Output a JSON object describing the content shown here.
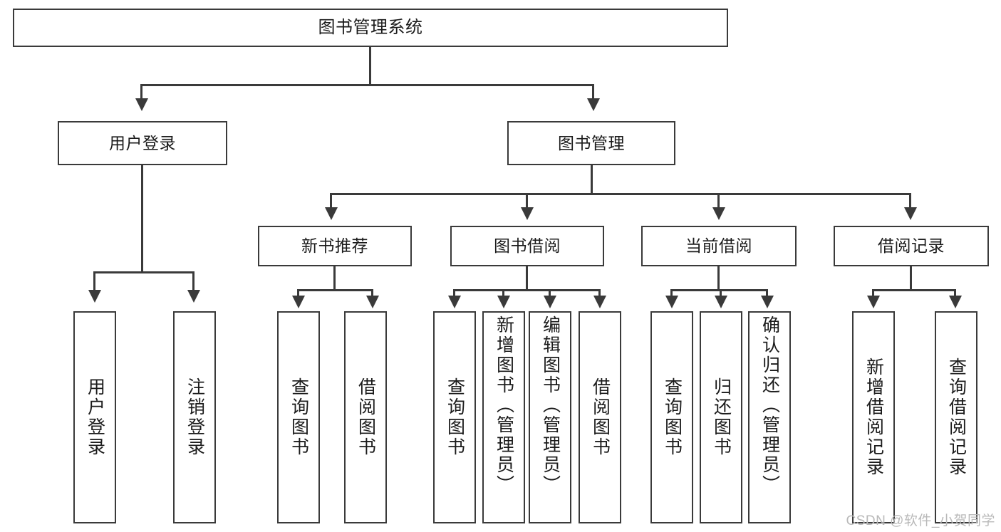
{
  "diagram": {
    "title": "图书管理系统",
    "type": "tree",
    "root": {
      "label": "图书管理系统"
    },
    "level2": [
      {
        "label": "用户登录"
      },
      {
        "label": "图书管理"
      }
    ],
    "level3": [
      {
        "label": "新书推荐"
      },
      {
        "label": "图书借阅"
      },
      {
        "label": "当前借阅"
      },
      {
        "label": "借阅记录"
      }
    ],
    "leaves": {
      "user_login": [
        {
          "label": "用户登录"
        },
        {
          "label": "注销登录"
        }
      ],
      "new_book": [
        {
          "label": "查询图书"
        },
        {
          "label": "借阅图书"
        }
      ],
      "book_borrow": [
        {
          "label": "查询图书"
        },
        {
          "label": "新增图书（管理员）"
        },
        {
          "label": "编辑图书（管理员）"
        },
        {
          "label": "借阅图书"
        }
      ],
      "current_borrow": [
        {
          "label": "查询图书"
        },
        {
          "label": "归还图书"
        },
        {
          "label": "确认归还（管理员）"
        }
      ],
      "borrow_record": [
        {
          "label": "新增借阅记录"
        },
        {
          "label": "查询借阅记录"
        }
      ]
    }
  },
  "watermark": {
    "text": "CSDN @软件_小贺同学"
  },
  "colors": {
    "stroke": "#3a3a3a",
    "text": "#1b1b1b",
    "background": "#ffffff",
    "watermark": "#b9b9b9"
  }
}
